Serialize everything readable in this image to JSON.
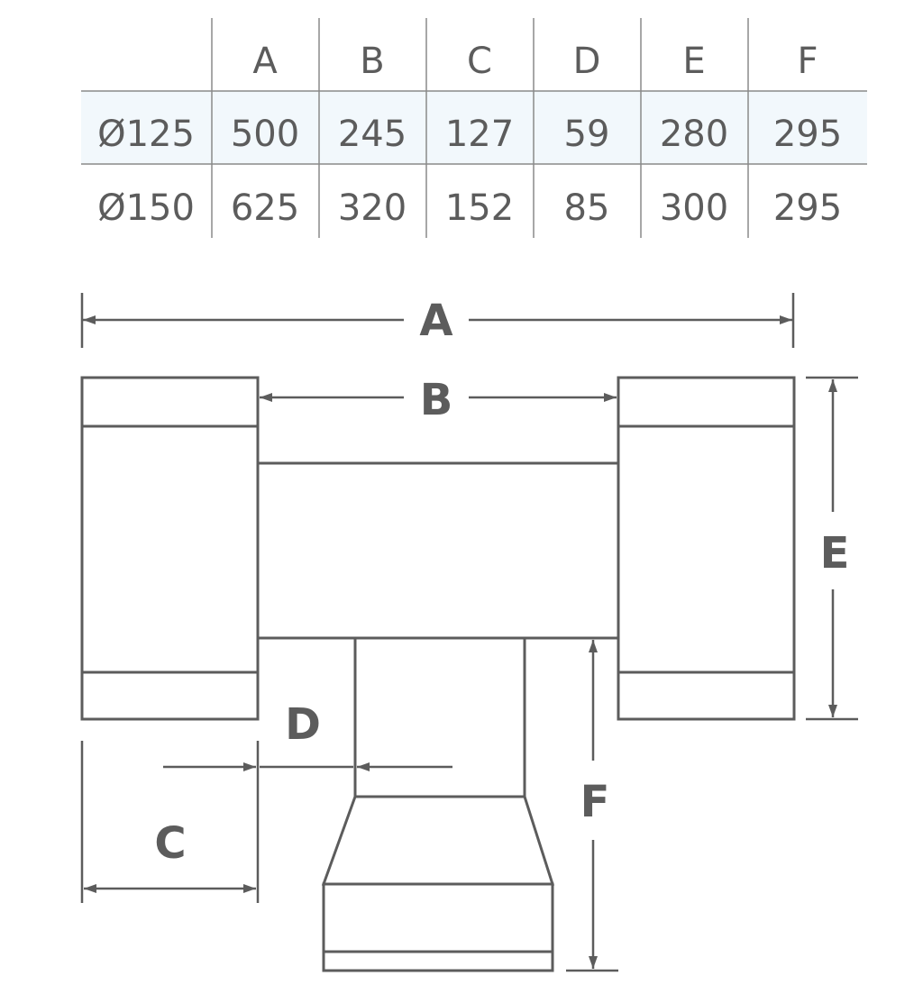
{
  "table": {
    "columns": [
      "A",
      "B",
      "C",
      "D",
      "E",
      "F"
    ],
    "rows": [
      {
        "label": "Ø125",
        "values": [
          "500",
          "245",
          "127",
          "59",
          "280",
          "295"
        ]
      },
      {
        "label": "Ø150",
        "values": [
          "625",
          "320",
          "152",
          "85",
          "300",
          "295"
        ]
      }
    ],
    "highlight_color": "#f2f8fc"
  },
  "diagram": {
    "labels": {
      "A": "A",
      "B": "B",
      "C": "C",
      "D": "D",
      "E": "E",
      "F": "F"
    },
    "stroke_color": "#5c5c5c"
  }
}
